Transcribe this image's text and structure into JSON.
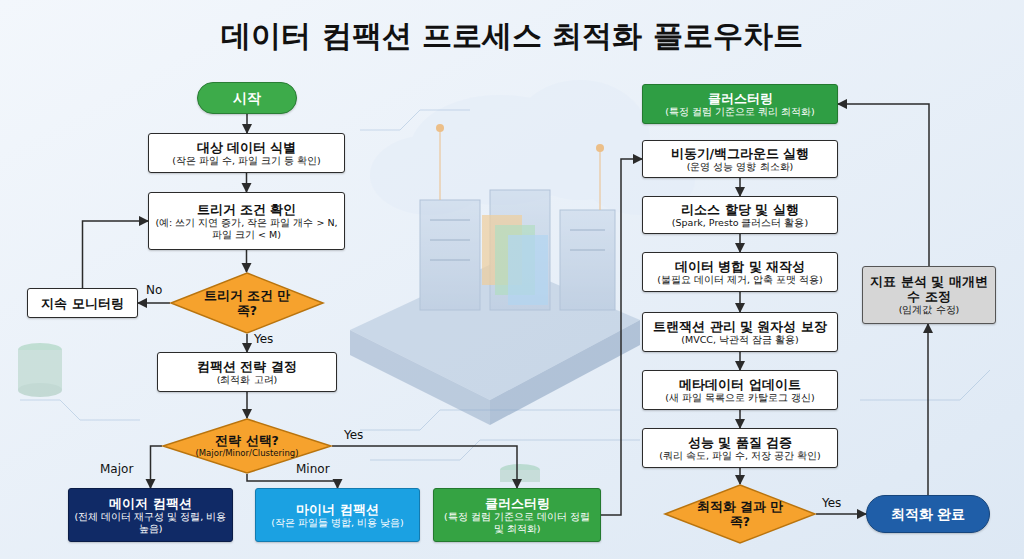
{
  "diagram": {
    "title": "데이터 컴팩션 프로세스 최적화 플로우차트",
    "nodes": [
      {
        "text": [
          "시작"
        ]
      },
      {
        "text": [
          "대상 데이터 식별",
          "(작은 파일 수, 파일 크기 등 확인)"
        ]
      },
      {
        "text": [
          "트리거 조건 확인",
          "(예: 쓰기 지연 증가, 작은 파일 개수 > N, 파일 크기 < M)"
        ]
      },
      {
        "text": [
          "지속 모니터링"
        ]
      },
      {
        "text": [
          "트리거 조건 만족?"
        ]
      },
      {
        "text": [
          "컴팩션 전략 결정",
          "(최적화 고려)"
        ]
      },
      {
        "text": [
          "전략 선택?",
          "(Major/Minor/Clustering)"
        ]
      },
      {
        "text": [
          "메이저 컴팩션",
          "(전체 데이터 재구성 및 정렬, 비용 높음)"
        ]
      },
      {
        "text": [
          "마이너 컴팩션",
          "(작은 파일들 병합, 비용 낮음)"
        ]
      },
      {
        "text": [
          "클러스터링",
          "(특정 컬럼 기준으로 데이터 정렬 및 최적화)"
        ]
      },
      {
        "text": [
          "클러스터링",
          "(특정 컬럼 기준으로 쿼리 최적화)"
        ]
      },
      {
        "text": [
          "비동기/백그라운드 실행",
          "(운영 성능 영향 최소화)"
        ]
      },
      {
        "text": [
          "리소스 할당 및 실행",
          "(Spark, Presto 클러스터 활용)"
        ]
      },
      {
        "text": [
          "데이터 병합 및 재작성",
          "(불필요 데이터 제거, 압축 포맷 적용)"
        ]
      },
      {
        "text": [
          "트랜잭션 관리 및 원자성 보장",
          "(MVCC, 낙관적 잠금 활용)"
        ]
      },
      {
        "text": [
          "메타데이터 업데이트",
          "(새 파일 목록으로 카탈로그 갱신)"
        ]
      },
      {
        "text": [
          "성능 및 품질 검증",
          "(쿼리 속도, 파일 수, 저장 공간 확인)"
        ]
      },
      {
        "text": [
          "최적화 결과 만족?"
        ]
      },
      {
        "text": [
          "최적화 완료"
        ]
      },
      {
        "text": [
          "지표 분석 및 매개변수 조정",
          "(임계값 수정)"
        ]
      }
    ],
    "edges": [
      {
        "from": 0,
        "to": 1,
        "arrow": "to"
      },
      {
        "from": 1,
        "to": 2,
        "arrow": "to"
      },
      {
        "from": 2,
        "to": 4,
        "arrow": "to"
      },
      {
        "from": 4,
        "to": 3,
        "label": "No",
        "arrow": "to"
      },
      {
        "from": 3,
        "to": 2,
        "arrow": "to"
      },
      {
        "from": 4,
        "to": 5,
        "label": "Yes",
        "arrow": "to"
      },
      {
        "from": 5,
        "to": 6,
        "arrow": "to"
      },
      {
        "from": 6,
        "to": 7,
        "label": "Major",
        "arrow": "to"
      },
      {
        "from": 6,
        "to": 8,
        "label": "Minor",
        "arrow": "to"
      },
      {
        "from": 6,
        "to": 9,
        "label": "Yes",
        "arrow": "to"
      },
      {
        "from": 9,
        "to": 11,
        "arrow": "to"
      },
      {
        "from": 11,
        "to": 12,
        "arrow": "to"
      },
      {
        "from": 12,
        "to": 13,
        "arrow": "to"
      },
      {
        "from": 13,
        "to": 14,
        "arrow": "to"
      },
      {
        "from": 14,
        "to": 15,
        "arrow": "to"
      },
      {
        "from": 15,
        "to": 16,
        "arrow": "to"
      },
      {
        "from": 16,
        "to": 17,
        "arrow": "to"
      },
      {
        "from": 17,
        "to": 18,
        "label": "Yes",
        "arrow": "to"
      },
      {
        "from": 18,
        "to": 19,
        "arrow": "to"
      },
      {
        "from": 19,
        "to": 10,
        "arrow": "to"
      }
    ]
  }
}
